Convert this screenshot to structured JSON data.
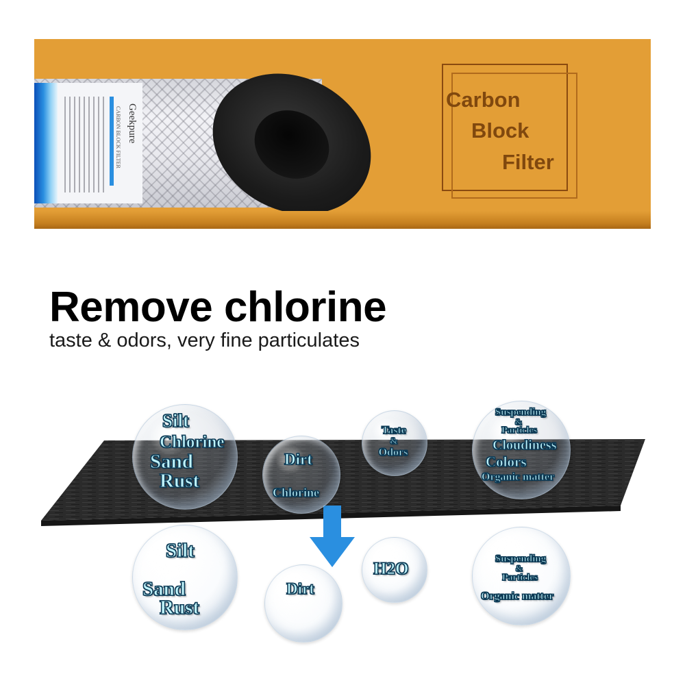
{
  "banner": {
    "background_color": "#e39e36",
    "title_lines": [
      "Carbon",
      "Block",
      "Filter"
    ],
    "cartridge_label": {
      "brand": "Geekpure",
      "subtitle": "CARBON BLOCK FILTER"
    }
  },
  "headline": "Remove chlorine",
  "subheadline": "taste & odors, very fine particulates",
  "filter_sheet": {
    "color": "#2a2a2a"
  },
  "bubbles_above": [
    {
      "lines": [
        "Silt",
        "Chlorine",
        "Sand",
        "Rust"
      ]
    },
    {
      "lines": [
        "Dirt",
        "Chlorine"
      ]
    },
    {
      "lines": [
        "Taste",
        "&",
        "Odors"
      ]
    },
    {
      "lines": [
        "Suspending",
        "&",
        "Particles",
        "Cloudiness",
        "Colors",
        "Organic matter"
      ]
    }
  ],
  "bubbles_below": [
    {
      "lines": [
        "Silt",
        "Sand",
        "Rust"
      ]
    },
    {
      "lines": [
        "Dirt"
      ]
    },
    {
      "lines": [
        "H2O"
      ]
    },
    {
      "lines": [
        "Suspending",
        "&",
        "Particles",
        "Organic matter"
      ]
    }
  ],
  "arrow": {
    "icon": "arrow-down-icon",
    "color": "#2a8fe0"
  },
  "text_color": "#bff3fb"
}
